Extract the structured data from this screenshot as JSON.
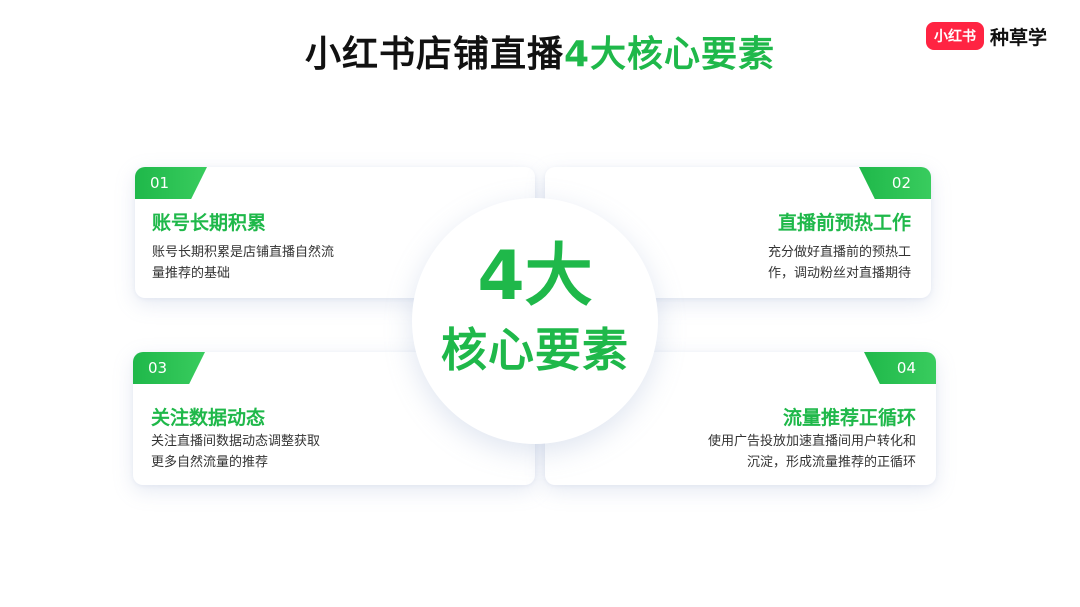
{
  "title": {
    "part1": "小红书店铺直播",
    "part2": "4大核心要素"
  },
  "logo": {
    "badge": "小红书",
    "text": "种草学"
  },
  "center": {
    "big": "4大",
    "sub": "核心要素"
  },
  "cards": [
    {
      "number": "01",
      "title": "账号长期积累",
      "desc": "账号长期积累是店铺直播自然流量推荐的基础"
    },
    {
      "number": "02",
      "title": "直播前预热工作",
      "desc": "充分做好直播前的预热工作，调动粉丝对直播期待"
    },
    {
      "number": "03",
      "title": "关注数据动态",
      "desc": "关注直播间数据动态调整获取更多自然流量的推荐"
    },
    {
      "number": "04",
      "title": "流量推荐正循环",
      "desc": "使用广告投放加速直播间用户转化和沉淀，形成流量推荐的正循环"
    }
  ],
  "colors": {
    "accent": "#1fb84a",
    "brand_red": "#ff2442",
    "text": "#111111"
  }
}
